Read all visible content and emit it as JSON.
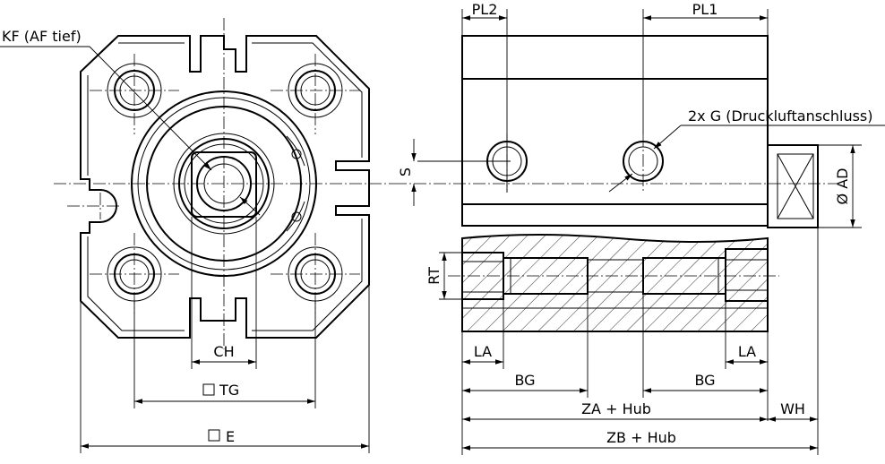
{
  "labels": {
    "kf": "KF (AF tief)",
    "ch": "CH",
    "tg": "TG",
    "e": "E",
    "pl2": "PL2",
    "pl1": "PL1",
    "g": "2x G (Druckluftanschluss)",
    "s": "S",
    "ad": "Ø AD",
    "rt": "RT",
    "la_left": "LA",
    "la_right": "LA",
    "bg_left": "BG",
    "bg_right": "BG",
    "za": "ZA + Hub",
    "wh": "WH",
    "zb": "ZB + Hub"
  }
}
